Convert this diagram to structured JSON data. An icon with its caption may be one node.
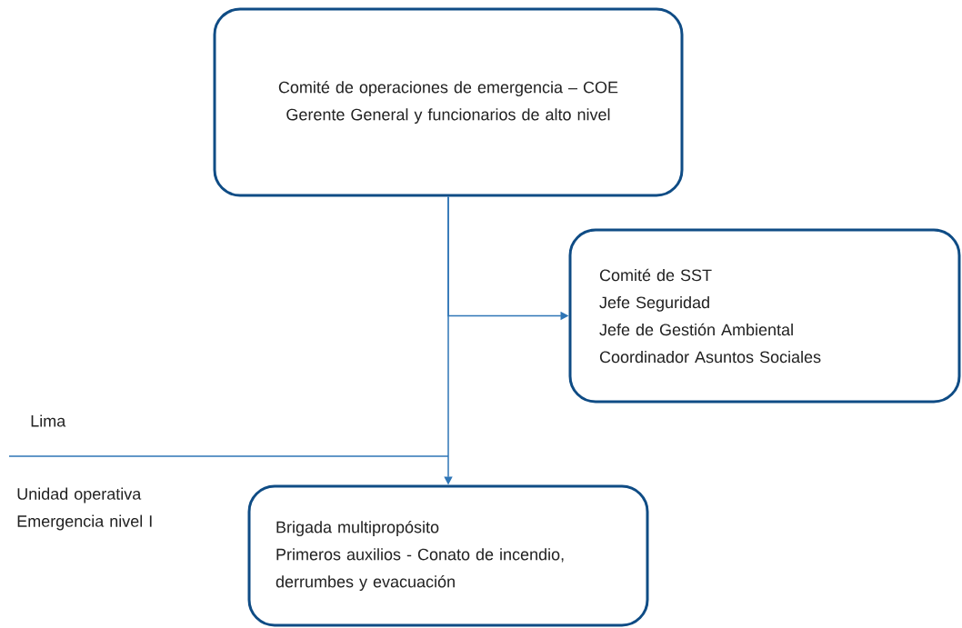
{
  "diagram": {
    "nodes": [
      {
        "text": [
          "Comité de operaciones de emergencia – COE",
          "Gerente General y funcionarios de alto nivel"
        ]
      },
      {
        "text": [
          "Comité de SST",
          "Jefe Seguridad",
          "Jefe de Gestión Ambiental",
          "Coordinador Asuntos Sociales"
        ]
      },
      {
        "text": [
          "Brigada multipropósito",
          "Primeros auxilios - Conato de incendio, derrumbes y evacuación"
        ]
      }
    ],
    "edges": [
      {
        "from": 0,
        "to": 1,
        "arrow": "to"
      },
      {
        "from": 0,
        "to": 2,
        "arrow": "to"
      }
    ],
    "labels": [
      "Lima",
      "Unidad operativa Emergencia nivel I"
    ]
  }
}
